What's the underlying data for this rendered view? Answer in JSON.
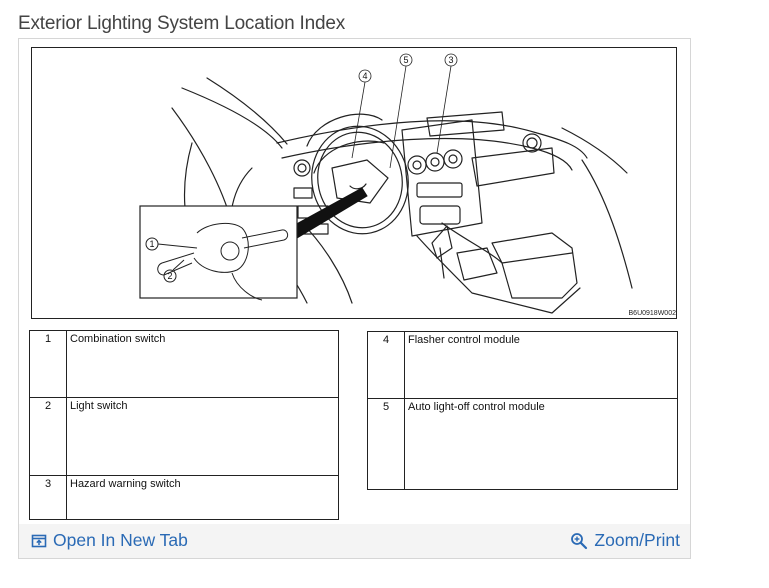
{
  "page": {
    "title": "Exterior Lighting System Location Index"
  },
  "figure": {
    "callouts": [
      "1",
      "2",
      "3",
      "4",
      "5"
    ],
    "code": "B6U0918W002"
  },
  "legend": {
    "left": [
      {
        "num": "1",
        "name": "Combination switch"
      },
      {
        "num": "2",
        "name": "Light switch"
      },
      {
        "num": "3",
        "name": "Hazard warning switch"
      }
    ],
    "right": [
      {
        "num": "4",
        "name": "Flasher control module"
      },
      {
        "num": "5",
        "name": "Auto light-off control module"
      }
    ]
  },
  "toolbar": {
    "open_label": "Open In New Tab",
    "open_icon": "open-new-tab-icon",
    "zoom_label": "Zoom/Print",
    "zoom_icon": "magnifier-icon",
    "link_color": "#2a6ab5"
  }
}
